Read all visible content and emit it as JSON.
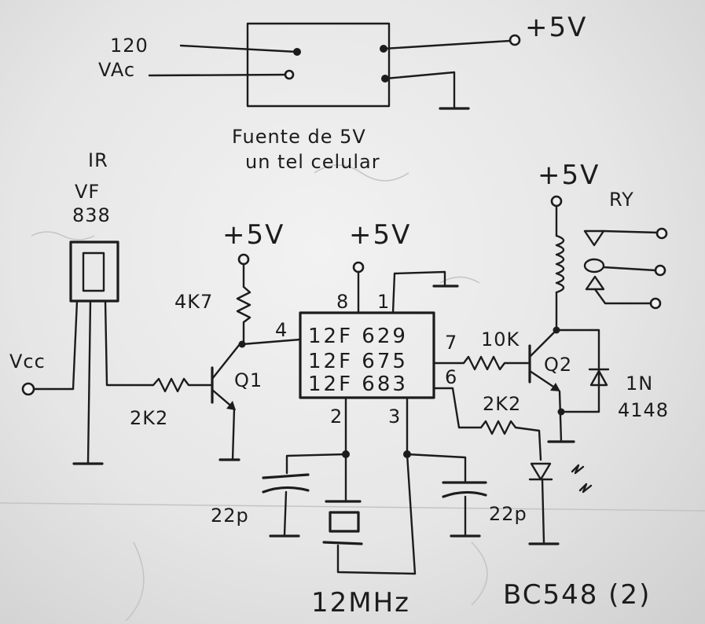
{
  "labels": {
    "ac_input_1": "120",
    "ac_input_2": "VAc",
    "psu_out": "+5V",
    "psu_caption_1": "Fuente de 5V",
    "psu_caption_2": "un tel celular",
    "ir_1": "IR",
    "ir_2": "VF",
    "ir_3": "838",
    "vcc": "Vcc",
    "r_base": "2K2",
    "q1_supply": "+5V",
    "r_pullup": "4K7",
    "q1": "Q1",
    "ic_supply": "+5V",
    "pin8": "8",
    "pin1": "1",
    "pin4": "4",
    "pin7": "7",
    "pin6": "6",
    "pin2": "2",
    "pin3": "3",
    "ic_1": "12F 629",
    "ic_2": "12F 675",
    "ic_3": "12F 683",
    "r_q2": "10K",
    "relay_supply": "+5V",
    "relay": "RY",
    "q2": "Q2",
    "diode_1": "1N",
    "diode_2": "4148",
    "r_led": "2K2",
    "cap_left": "22p",
    "cap_right": "22p",
    "crystal": "12MHz",
    "transistors": "BC548 (2)"
  }
}
